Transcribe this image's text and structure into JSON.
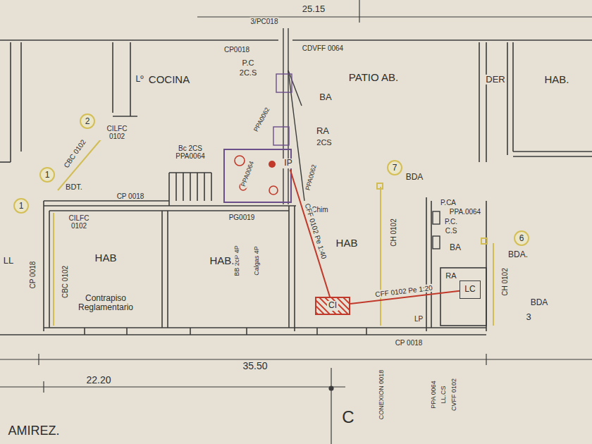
{
  "diagram": {
    "nodes": [
      {
        "text": [
          "CI"
        ]
      },
      {
        "text": [
          "LC"
        ]
      },
      {
        "text": [
          "IP"
        ]
      }
    ],
    "edges": [
      {
        "from": 0,
        "to": 2,
        "arrow": "none",
        "label": "CFF 0102 Pe 1:40"
      },
      {
        "from": 0,
        "to": 1,
        "arrow": "none",
        "label": "CFF 0102 Pe 1:20"
      }
    ],
    "labels": [
      "25.15",
      "3/PC018",
      "CP0018",
      "P.C",
      "2C.S",
      "Lº",
      "COCINA",
      "PATIO AB.",
      "DER",
      "HAB.",
      "CDVFF 0064",
      "BA",
      "PPA0062",
      "RA",
      "2CS",
      "2",
      "CILFC 0102",
      "CBC 0102",
      "1",
      "1",
      "BDT.",
      "CP 0018",
      "CILFC 0102",
      "Bc 2CS PPA0064",
      "PPA0064",
      "PPA0062",
      "Chim",
      "PG0019",
      "BB 2cP 4P",
      "Calgas 4P",
      "7",
      "BDA",
      "HAB",
      "CH 0102",
      "HAB",
      "HAB.",
      "Contrapiso Reglamentario",
      "CBC 0102",
      "CP 0018",
      "LL",
      "P.CA",
      "PPA.0064",
      "P.C.",
      "C.S",
      "BA",
      "RA",
      "6",
      "BDA.",
      "CH 0102",
      "BDA",
      "3",
      "LP",
      "CP 0018",
      "35.50",
      "22.20",
      "CONEXION 0018",
      "PPA 0064",
      "LL.CS",
      "CVFF 0102",
      "C",
      "AMIREZ."
    ]
  }
}
